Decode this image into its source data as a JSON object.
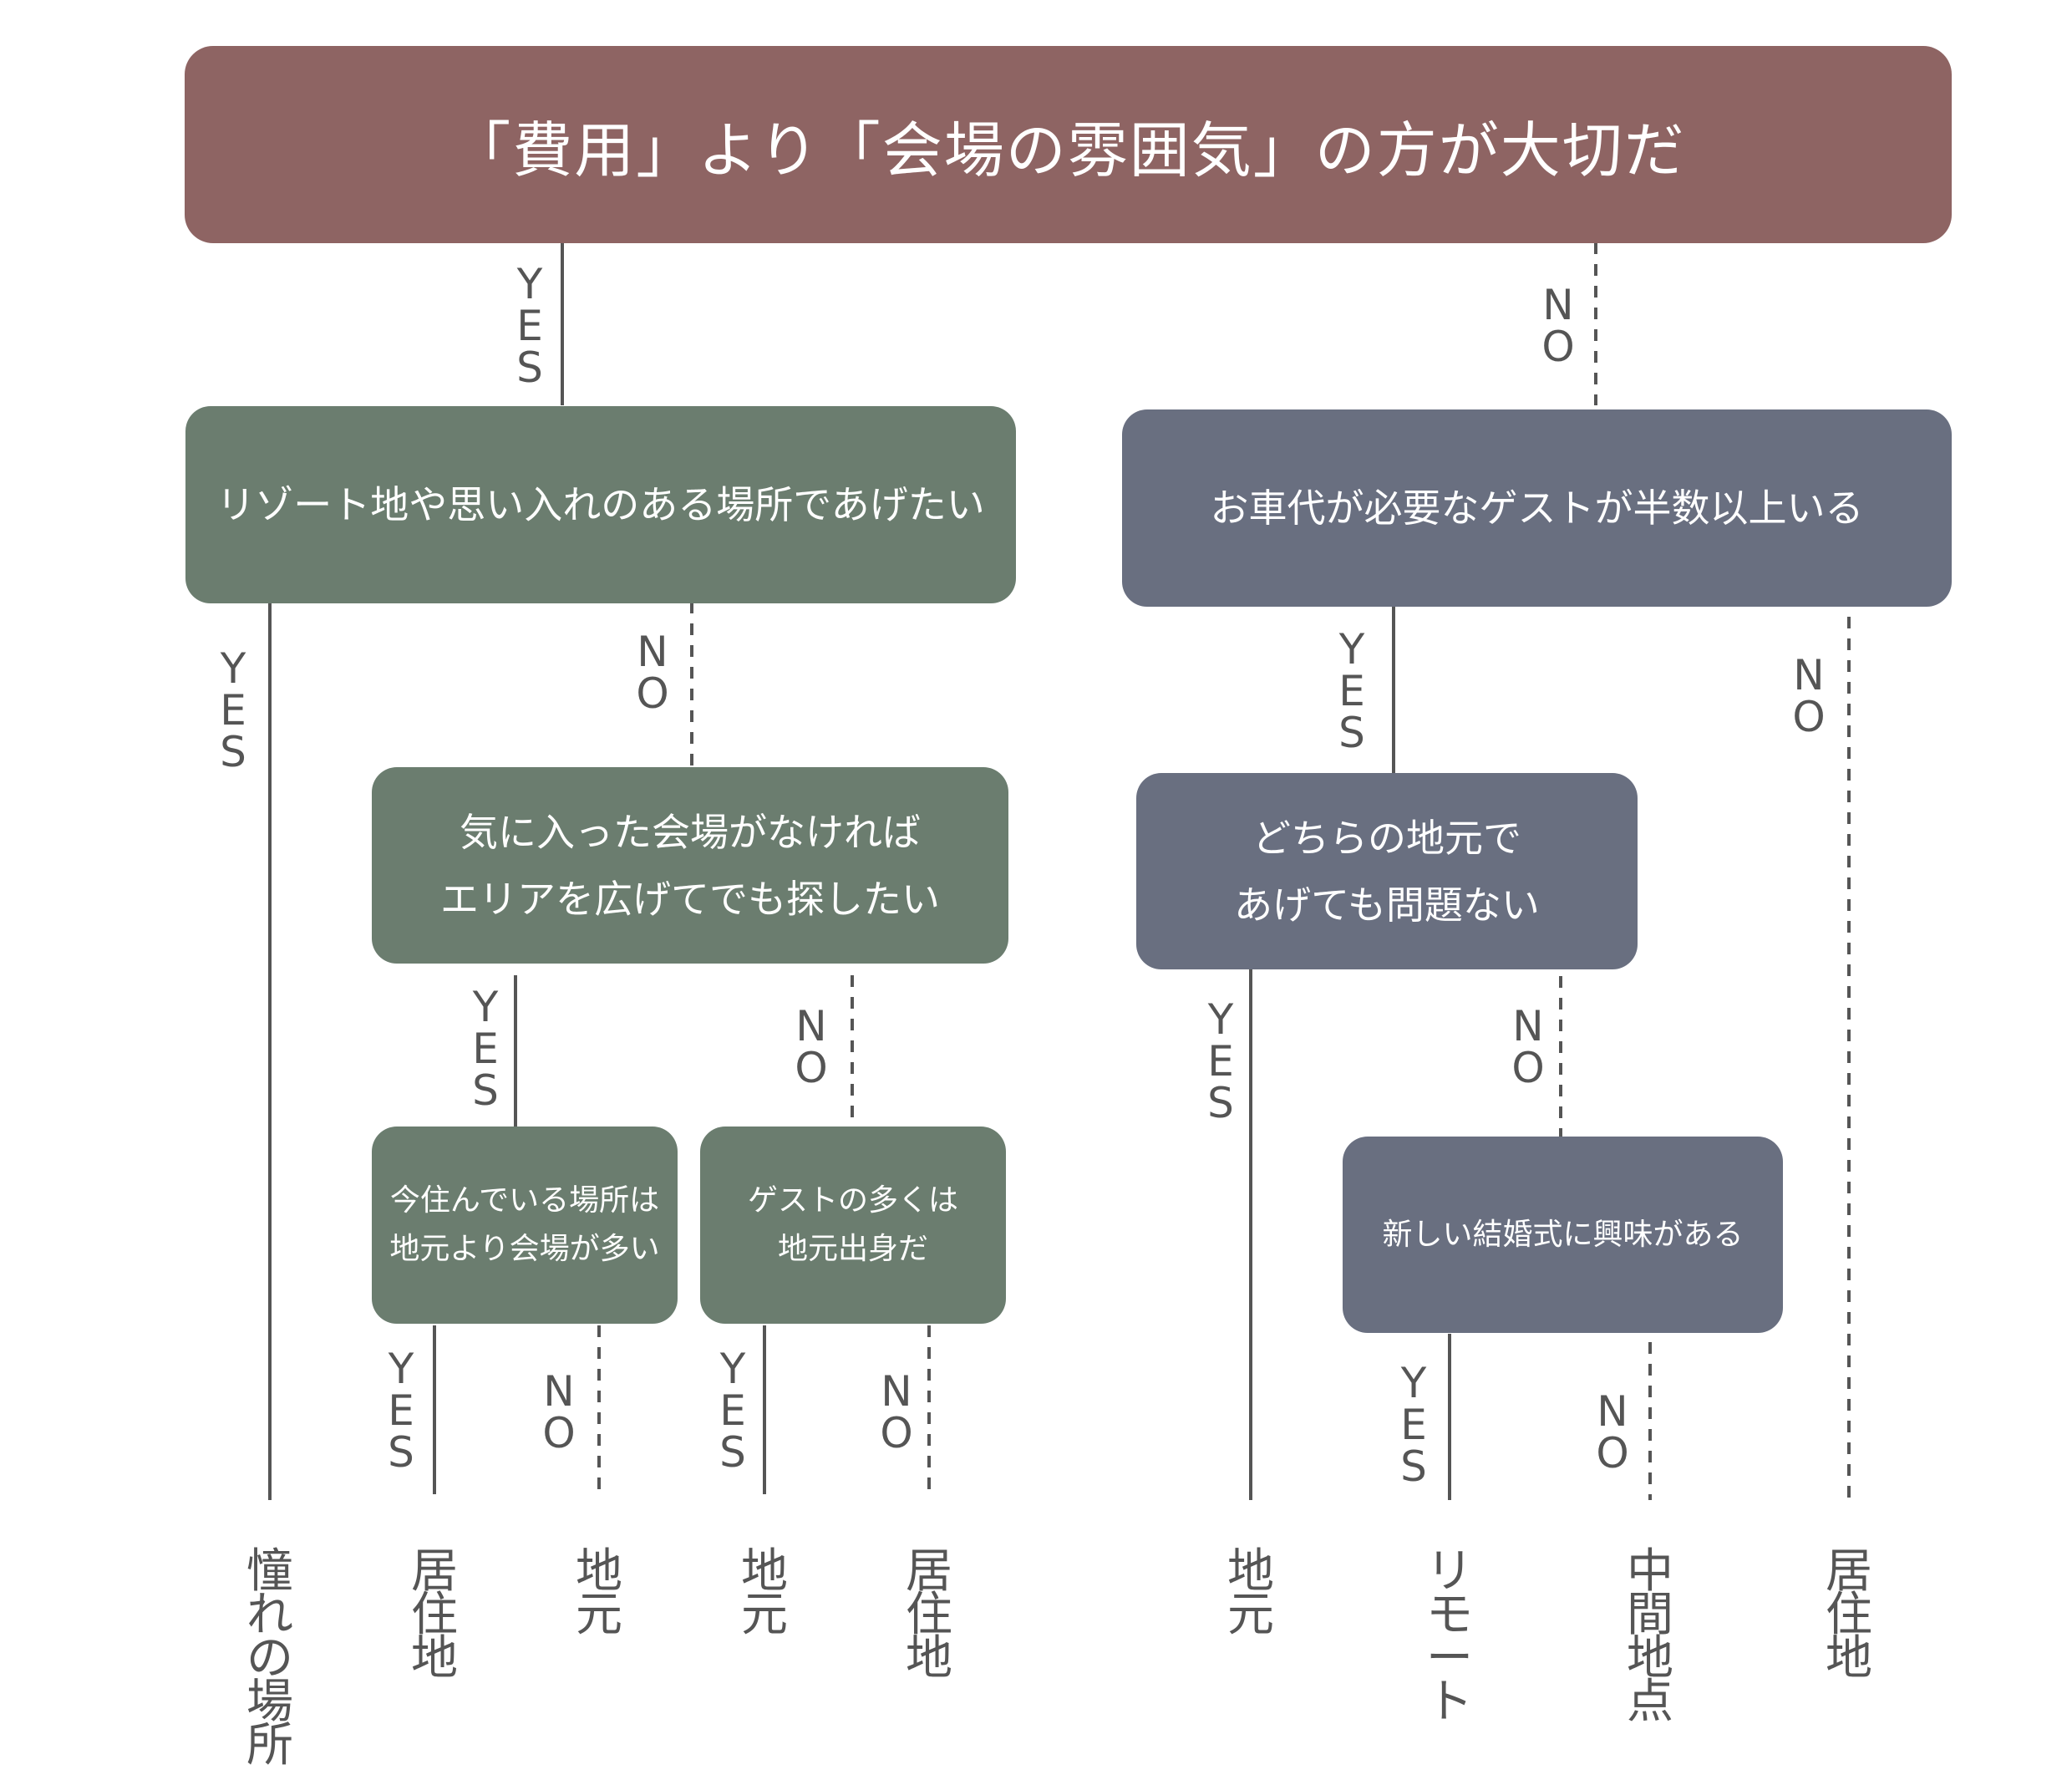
{
  "colors": {
    "root": "#8e6463",
    "green": "#6b7d6f",
    "slate": "#696f80",
    "line": "#555555"
  },
  "labels": {
    "yes": "YES",
    "no": "NO"
  },
  "nodes": {
    "root": "「費用」より「会場の雰囲気」の方が大切だ",
    "resort": "リゾート地や思い入れのある場所であげたい",
    "guests": "お車代が必要なゲストが半数以上いる",
    "expand": [
      "気に入った会場がなければ",
      "エリアを広げてでも探したい"
    ],
    "either": [
      "どちらの地元で",
      "あげても問題ない"
    ],
    "current": [
      "今住んでいる場所は",
      "地元より会場が多い"
    ],
    "local_guests": [
      "ゲストの多くは",
      "地元出身だ"
    ],
    "new_style": "新しい結婚式に興味がある"
  },
  "results": {
    "r1": "憧れの場所",
    "r2": "居住地",
    "r3": "地元",
    "r4": "地元",
    "r5": "居住地",
    "r6": "地元",
    "r7": "リモート",
    "r8": "中間地点",
    "r9": "居住地"
  }
}
